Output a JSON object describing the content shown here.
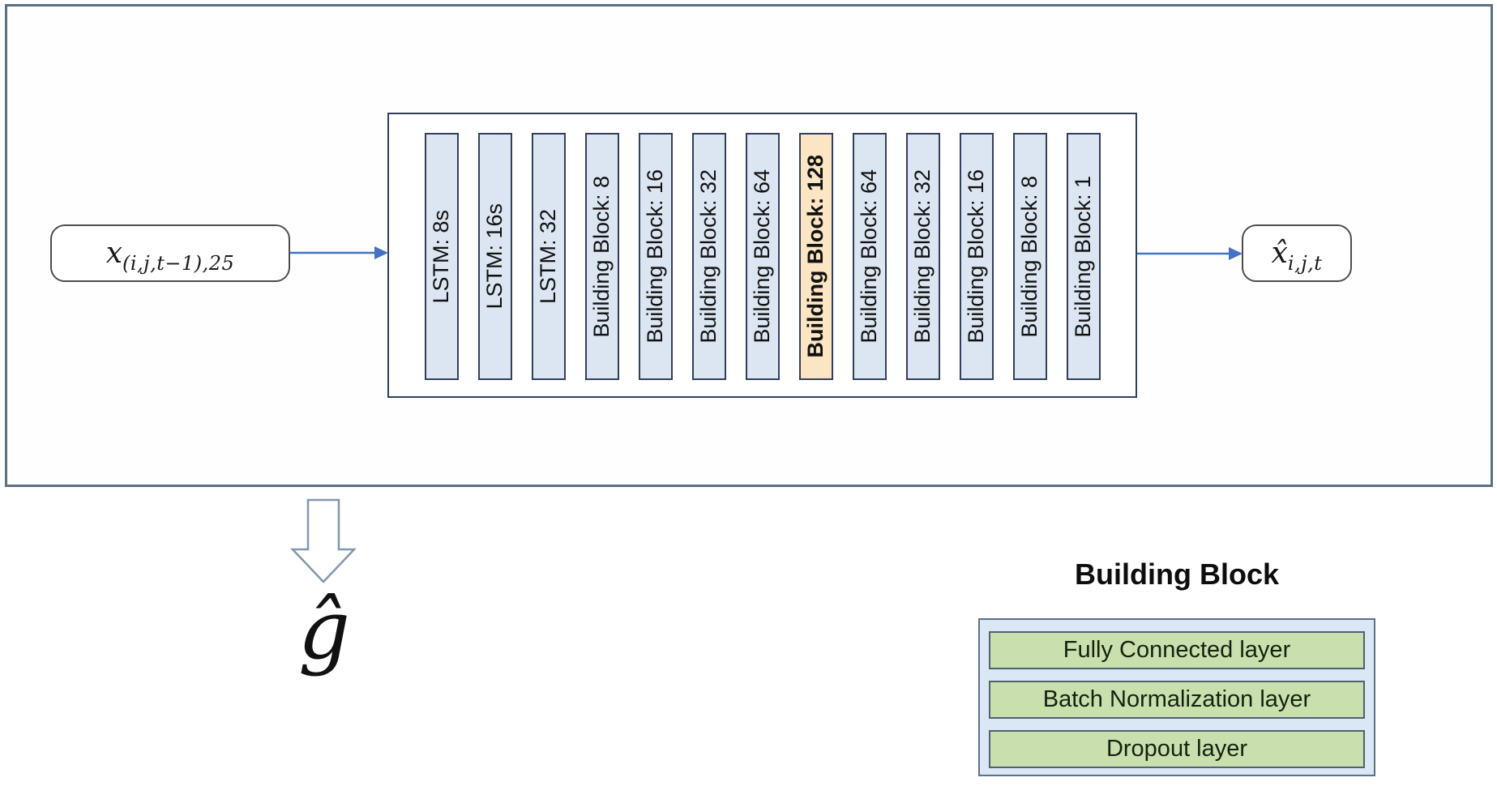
{
  "diagram": {
    "input_label": {
      "base": "x",
      "subscript": "(i,j,t−1),25"
    },
    "output_label": {
      "base": "x̂",
      "subscript": "i,j,t"
    },
    "g_hat": "ĝ",
    "layers": [
      {
        "label": "LSTM: 8s",
        "highlight": false
      },
      {
        "label": "LSTM: 16s",
        "highlight": false
      },
      {
        "label": "LSTM: 32",
        "highlight": false
      },
      {
        "label": "Building Block: 8",
        "highlight": false
      },
      {
        "label": "Building Block: 16",
        "highlight": false
      },
      {
        "label": "Building Block: 32",
        "highlight": false
      },
      {
        "label": "Building Block: 64",
        "highlight": false
      },
      {
        "label": "Building Block: 128",
        "highlight": true
      },
      {
        "label": "Building Block: 64",
        "highlight": false
      },
      {
        "label": "Building Block: 32",
        "highlight": false
      },
      {
        "label": "Building Block: 16",
        "highlight": false
      },
      {
        "label": "Building Block: 8",
        "highlight": false
      },
      {
        "label": "Building Block: 1",
        "highlight": false
      }
    ],
    "legend": {
      "title": "Building Block",
      "rows": [
        "Fully Connected layer",
        "Batch Normalization layer",
        "Dropout layer"
      ]
    },
    "colors": {
      "arrow_blue": "#4472c4",
      "bar_fill": "#dce6f2",
      "bar_highlight": "#fbe5c3",
      "box_border": "#31405a",
      "frame_border": "#5c6f80",
      "legend_fill": "#dbe7f4",
      "legend_row_fill": "#c9e0ae",
      "hollow_arrow_outline": "#8496b0"
    }
  }
}
